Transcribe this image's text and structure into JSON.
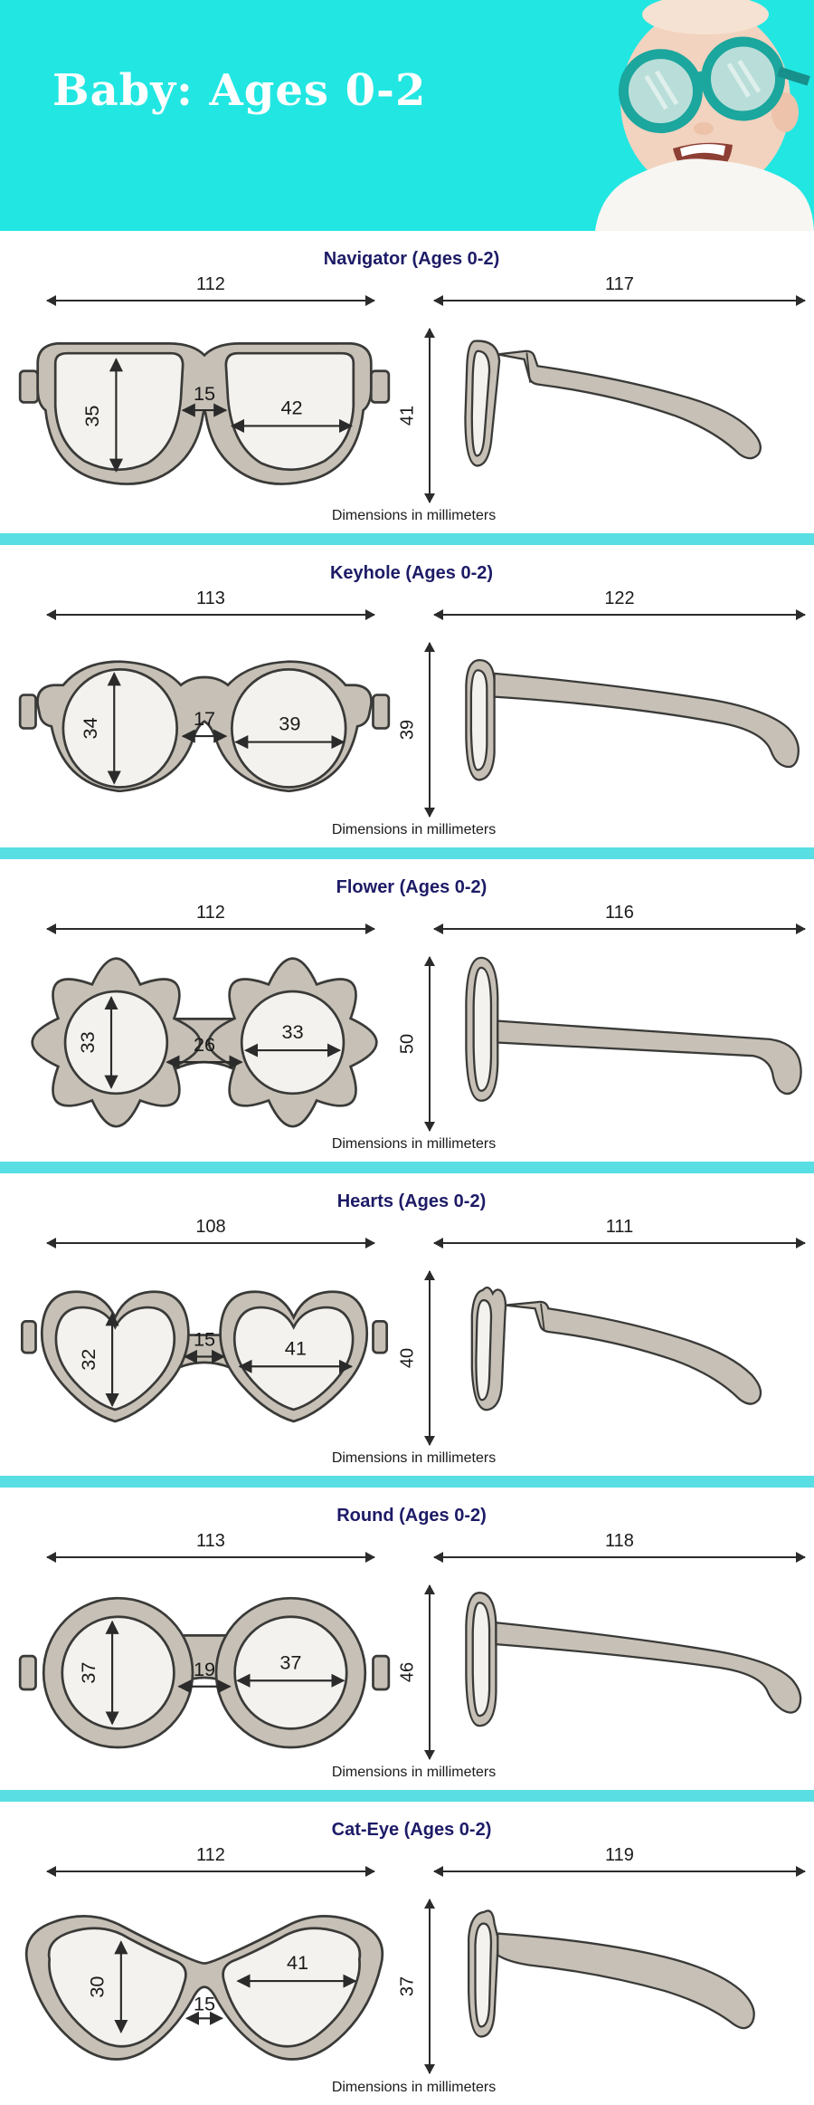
{
  "header": {
    "title": "Baby: Ages 0-2"
  },
  "note": "Dimensions in millimeters",
  "colors": {
    "header_teal": "#22e6e2",
    "divider_teal": "#58dee3",
    "title_navy": "#1d1b66",
    "frame_fill": "#c6c0b6",
    "lens_fill": "#f3f2ee",
    "outline": "#3a3a38",
    "dimension_text": "#1b1b1b"
  },
  "sections": [
    {
      "title": "Navigator (Ages 0-2)",
      "front_width": "112",
      "temple_length": "117",
      "lens_height": "35",
      "bridge": "15",
      "lens_width": "42",
      "frame_height": "41"
    },
    {
      "title": "Keyhole (Ages 0-2)",
      "front_width": "113",
      "temple_length": "122",
      "lens_height": "34",
      "bridge": "17",
      "lens_width": "39",
      "frame_height": "39"
    },
    {
      "title": "Flower (Ages 0-2)",
      "front_width": "112",
      "temple_length": "116",
      "lens_height": "33",
      "bridge": "26",
      "lens_width": "33",
      "frame_height": "50"
    },
    {
      "title": "Hearts (Ages 0-2)",
      "front_width": "108",
      "temple_length": "111",
      "lens_height": "32",
      "bridge": "15",
      "lens_width": "41",
      "frame_height": "40"
    },
    {
      "title": "Round (Ages 0-2)",
      "front_width": "113",
      "temple_length": "118",
      "lens_height": "37",
      "bridge": "19",
      "lens_width": "37",
      "frame_height": "46"
    },
    {
      "title": "Cat-Eye (Ages 0-2)",
      "front_width": "112",
      "temple_length": "119",
      "lens_height": "30",
      "bridge": "15",
      "lens_width": "41",
      "frame_height": "37"
    }
  ]
}
